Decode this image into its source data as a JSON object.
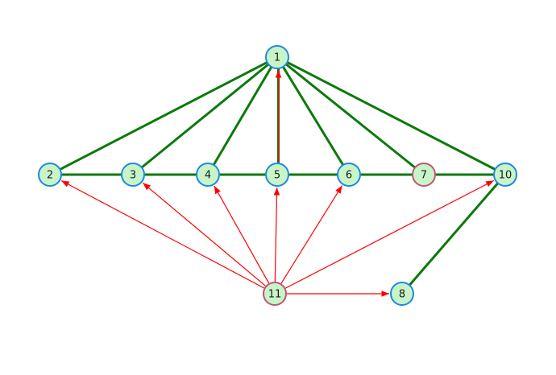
{
  "graph": {
    "colors": {
      "background": "#ffffff",
      "node_fill": "#c8f5c8",
      "node_stroke_default": "#1e88e5",
      "node_stroke_highlight": "#c2537a",
      "edge_green": "#0b7a0b",
      "edge_red": "#ff0000"
    },
    "nodes": [
      {
        "id": "1",
        "label": "1",
        "highlight": false
      },
      {
        "id": "2",
        "label": "2",
        "highlight": false
      },
      {
        "id": "3",
        "label": "3",
        "highlight": false
      },
      {
        "id": "4",
        "label": "4",
        "highlight": false
      },
      {
        "id": "5",
        "label": "5",
        "highlight": false
      },
      {
        "id": "6",
        "label": "6",
        "highlight": false
      },
      {
        "id": "7",
        "label": "7",
        "highlight": true
      },
      {
        "id": "10",
        "label": "10",
        "highlight": false
      },
      {
        "id": "8",
        "label": "8",
        "highlight": false
      },
      {
        "id": "11",
        "label": "11",
        "highlight": true
      }
    ],
    "edges_undirected": [
      [
        "1",
        "2"
      ],
      [
        "1",
        "3"
      ],
      [
        "1",
        "4"
      ],
      [
        "1",
        "5"
      ],
      [
        "1",
        "6"
      ],
      [
        "1",
        "7"
      ],
      [
        "1",
        "10"
      ],
      [
        "2",
        "3"
      ],
      [
        "3",
        "4"
      ],
      [
        "4",
        "5"
      ],
      [
        "5",
        "6"
      ],
      [
        "6",
        "7"
      ],
      [
        "7",
        "10"
      ],
      [
        "8",
        "10"
      ]
    ],
    "edges_directed": [
      [
        "11",
        "2"
      ],
      [
        "11",
        "3"
      ],
      [
        "11",
        "4"
      ],
      [
        "11",
        "5"
      ],
      [
        "11",
        "6"
      ],
      [
        "11",
        "10"
      ],
      [
        "11",
        "8"
      ],
      [
        "5",
        "1"
      ]
    ]
  }
}
